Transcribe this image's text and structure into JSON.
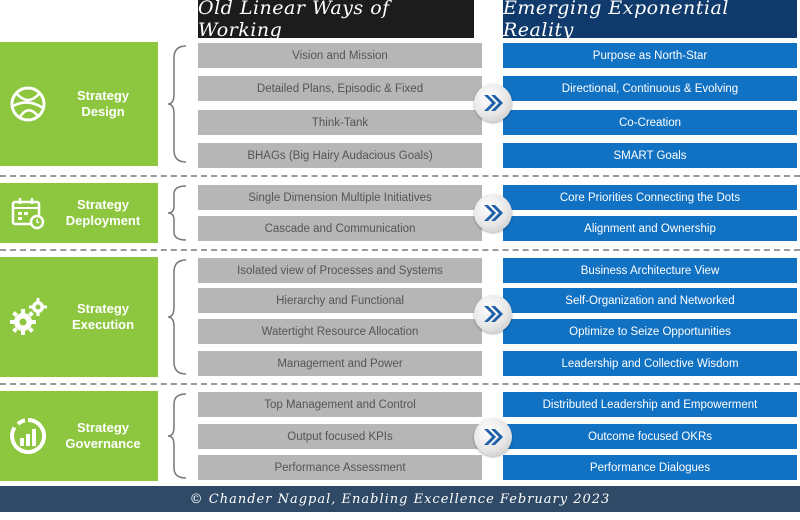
{
  "headers": {
    "old": "Old Linear Ways of Working",
    "new": "Emerging Exponential Reality"
  },
  "sections": [
    {
      "label_line1": "Strategy",
      "label_line2": "Design",
      "icon": "globe-icon",
      "rows": [
        {
          "old": "Vision and Mission",
          "new": "Purpose as North-Star"
        },
        {
          "old": "Detailed Plans, Episodic & Fixed",
          "new": "Directional, Continuous & Evolving"
        },
        {
          "old": "Think-Tank",
          "new": "Co-Creation"
        },
        {
          "old": "BHAGs (Big Hairy Audacious Goals)",
          "new": "SMART Goals"
        }
      ]
    },
    {
      "label_line1": "Strategy",
      "label_line2": "Deployment",
      "icon": "calendar-icon",
      "rows": [
        {
          "old": "Single Dimension Multiple Initiatives",
          "new": "Core Priorities Connecting the Dots"
        },
        {
          "old": "Cascade and Communication",
          "new": "Alignment and Ownership"
        }
      ]
    },
    {
      "label_line1": "Strategy",
      "label_line2": "Execution",
      "icon": "gears-icon",
      "rows": [
        {
          "old": "Isolated view of Processes and Systems",
          "new": "Business Architecture View"
        },
        {
          "old": "Hierarchy and Functional",
          "new": "Self-Organization and Networked"
        },
        {
          "old": "Watertight Resource Allocation",
          "new": "Optimize to Seize Opportunities"
        },
        {
          "old": "Management and Power",
          "new": "Leadership and Collective Wisdom"
        }
      ]
    },
    {
      "label_line1": "Strategy",
      "label_line2": "Governance",
      "icon": "chart-gauge-icon",
      "rows": [
        {
          "old": "Top Management and Control",
          "new": "Distributed Leadership and Empowerment"
        },
        {
          "old": "Output focused KPIs",
          "new": "Outcome focused OKRs"
        },
        {
          "old": "Performance Assessment",
          "new": "Performance Dialogues"
        }
      ]
    }
  ],
  "footer": "© Chander Nagpal, Enabling Excellence February 2023",
  "colors": {
    "green": "#8dc63f",
    "old_row": "#b6b6b6",
    "new_row": "#1171c3",
    "header_old": "#1c1c1c",
    "header_new": "#0f3a6b",
    "footer": "#2f4a66"
  }
}
